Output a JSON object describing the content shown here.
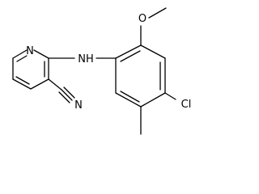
{
  "molecule": {
    "atoms": {
      "n_ring": "N",
      "nh": "NH",
      "o_methoxy": "O",
      "cl": "Cl",
      "n_nitrile": "N"
    }
  },
  "colors": {
    "bond": "#000000",
    "label": "#000000",
    "background": "#ffffff"
  }
}
